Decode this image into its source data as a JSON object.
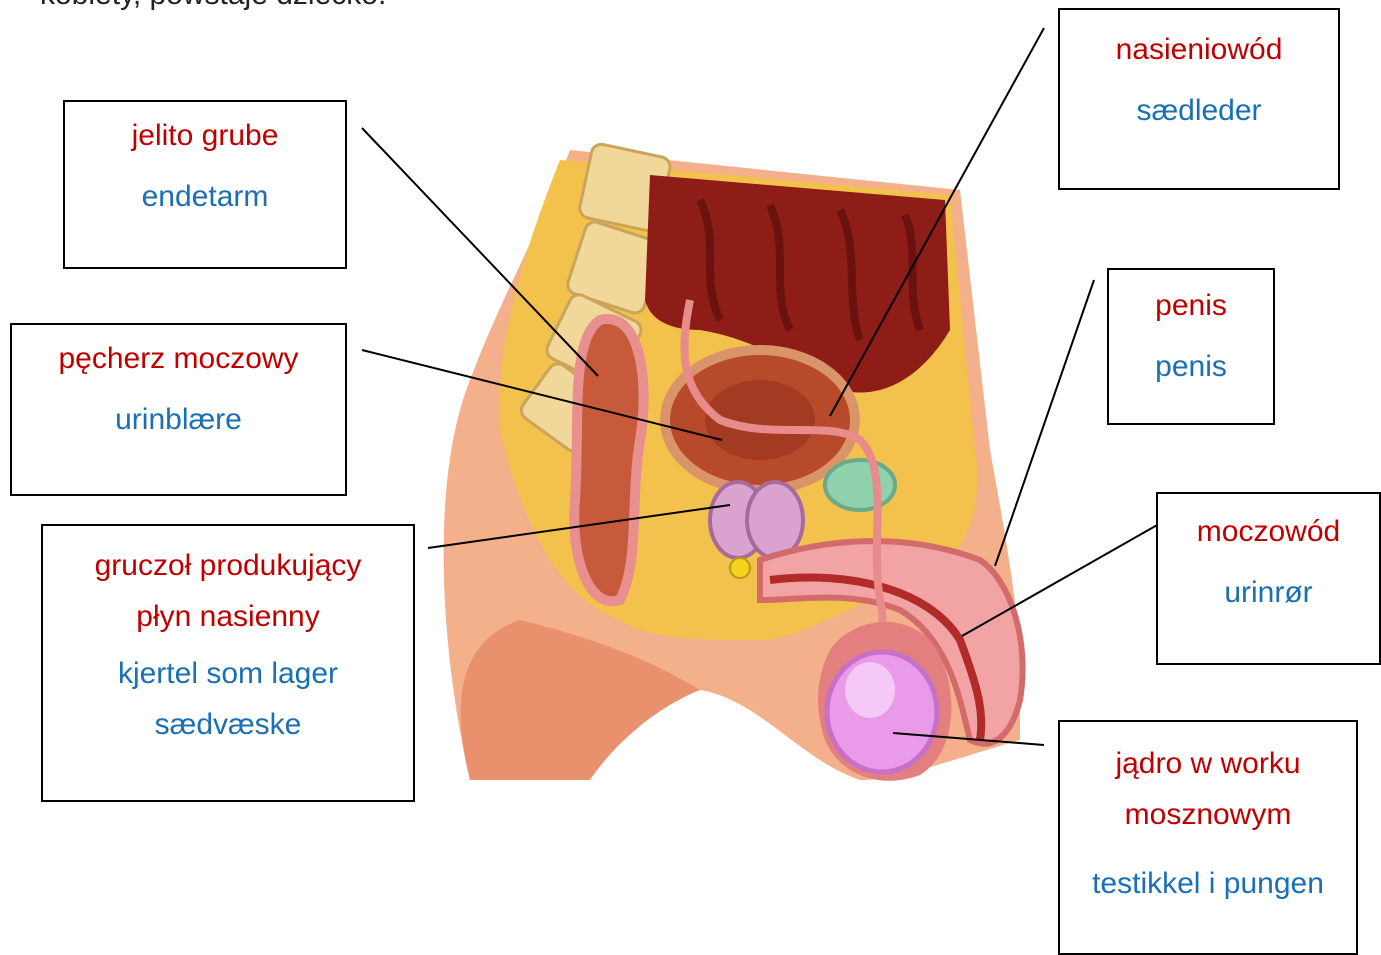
{
  "intro_text_fragment": "kobiety, powstaje dziecko.",
  "labels": {
    "jelito": {
      "pl": "jelito grube",
      "no": "endetarm"
    },
    "pecherz": {
      "pl": "pęcherz moczowy",
      "no": "urinblære"
    },
    "gruczol": {
      "pl1": "gruczoł produkujący",
      "pl2": "płyn nasienny",
      "no1": "kjertel som lager",
      "no2": "sædvæske"
    },
    "nasieniowod": {
      "pl": "nasieniowód",
      "no": "sædleder"
    },
    "penis": {
      "pl": "penis",
      "no": "penis"
    },
    "moczowod": {
      "pl": "moczowód",
      "no": "urinrør"
    },
    "jadro": {
      "pl1": "jądro w worku",
      "pl2": "mosznowym",
      "no": "testikkel i pungen"
    }
  },
  "colors": {
    "polish_text": "#c00000",
    "norwegian_text": "#1a6fb5"
  }
}
